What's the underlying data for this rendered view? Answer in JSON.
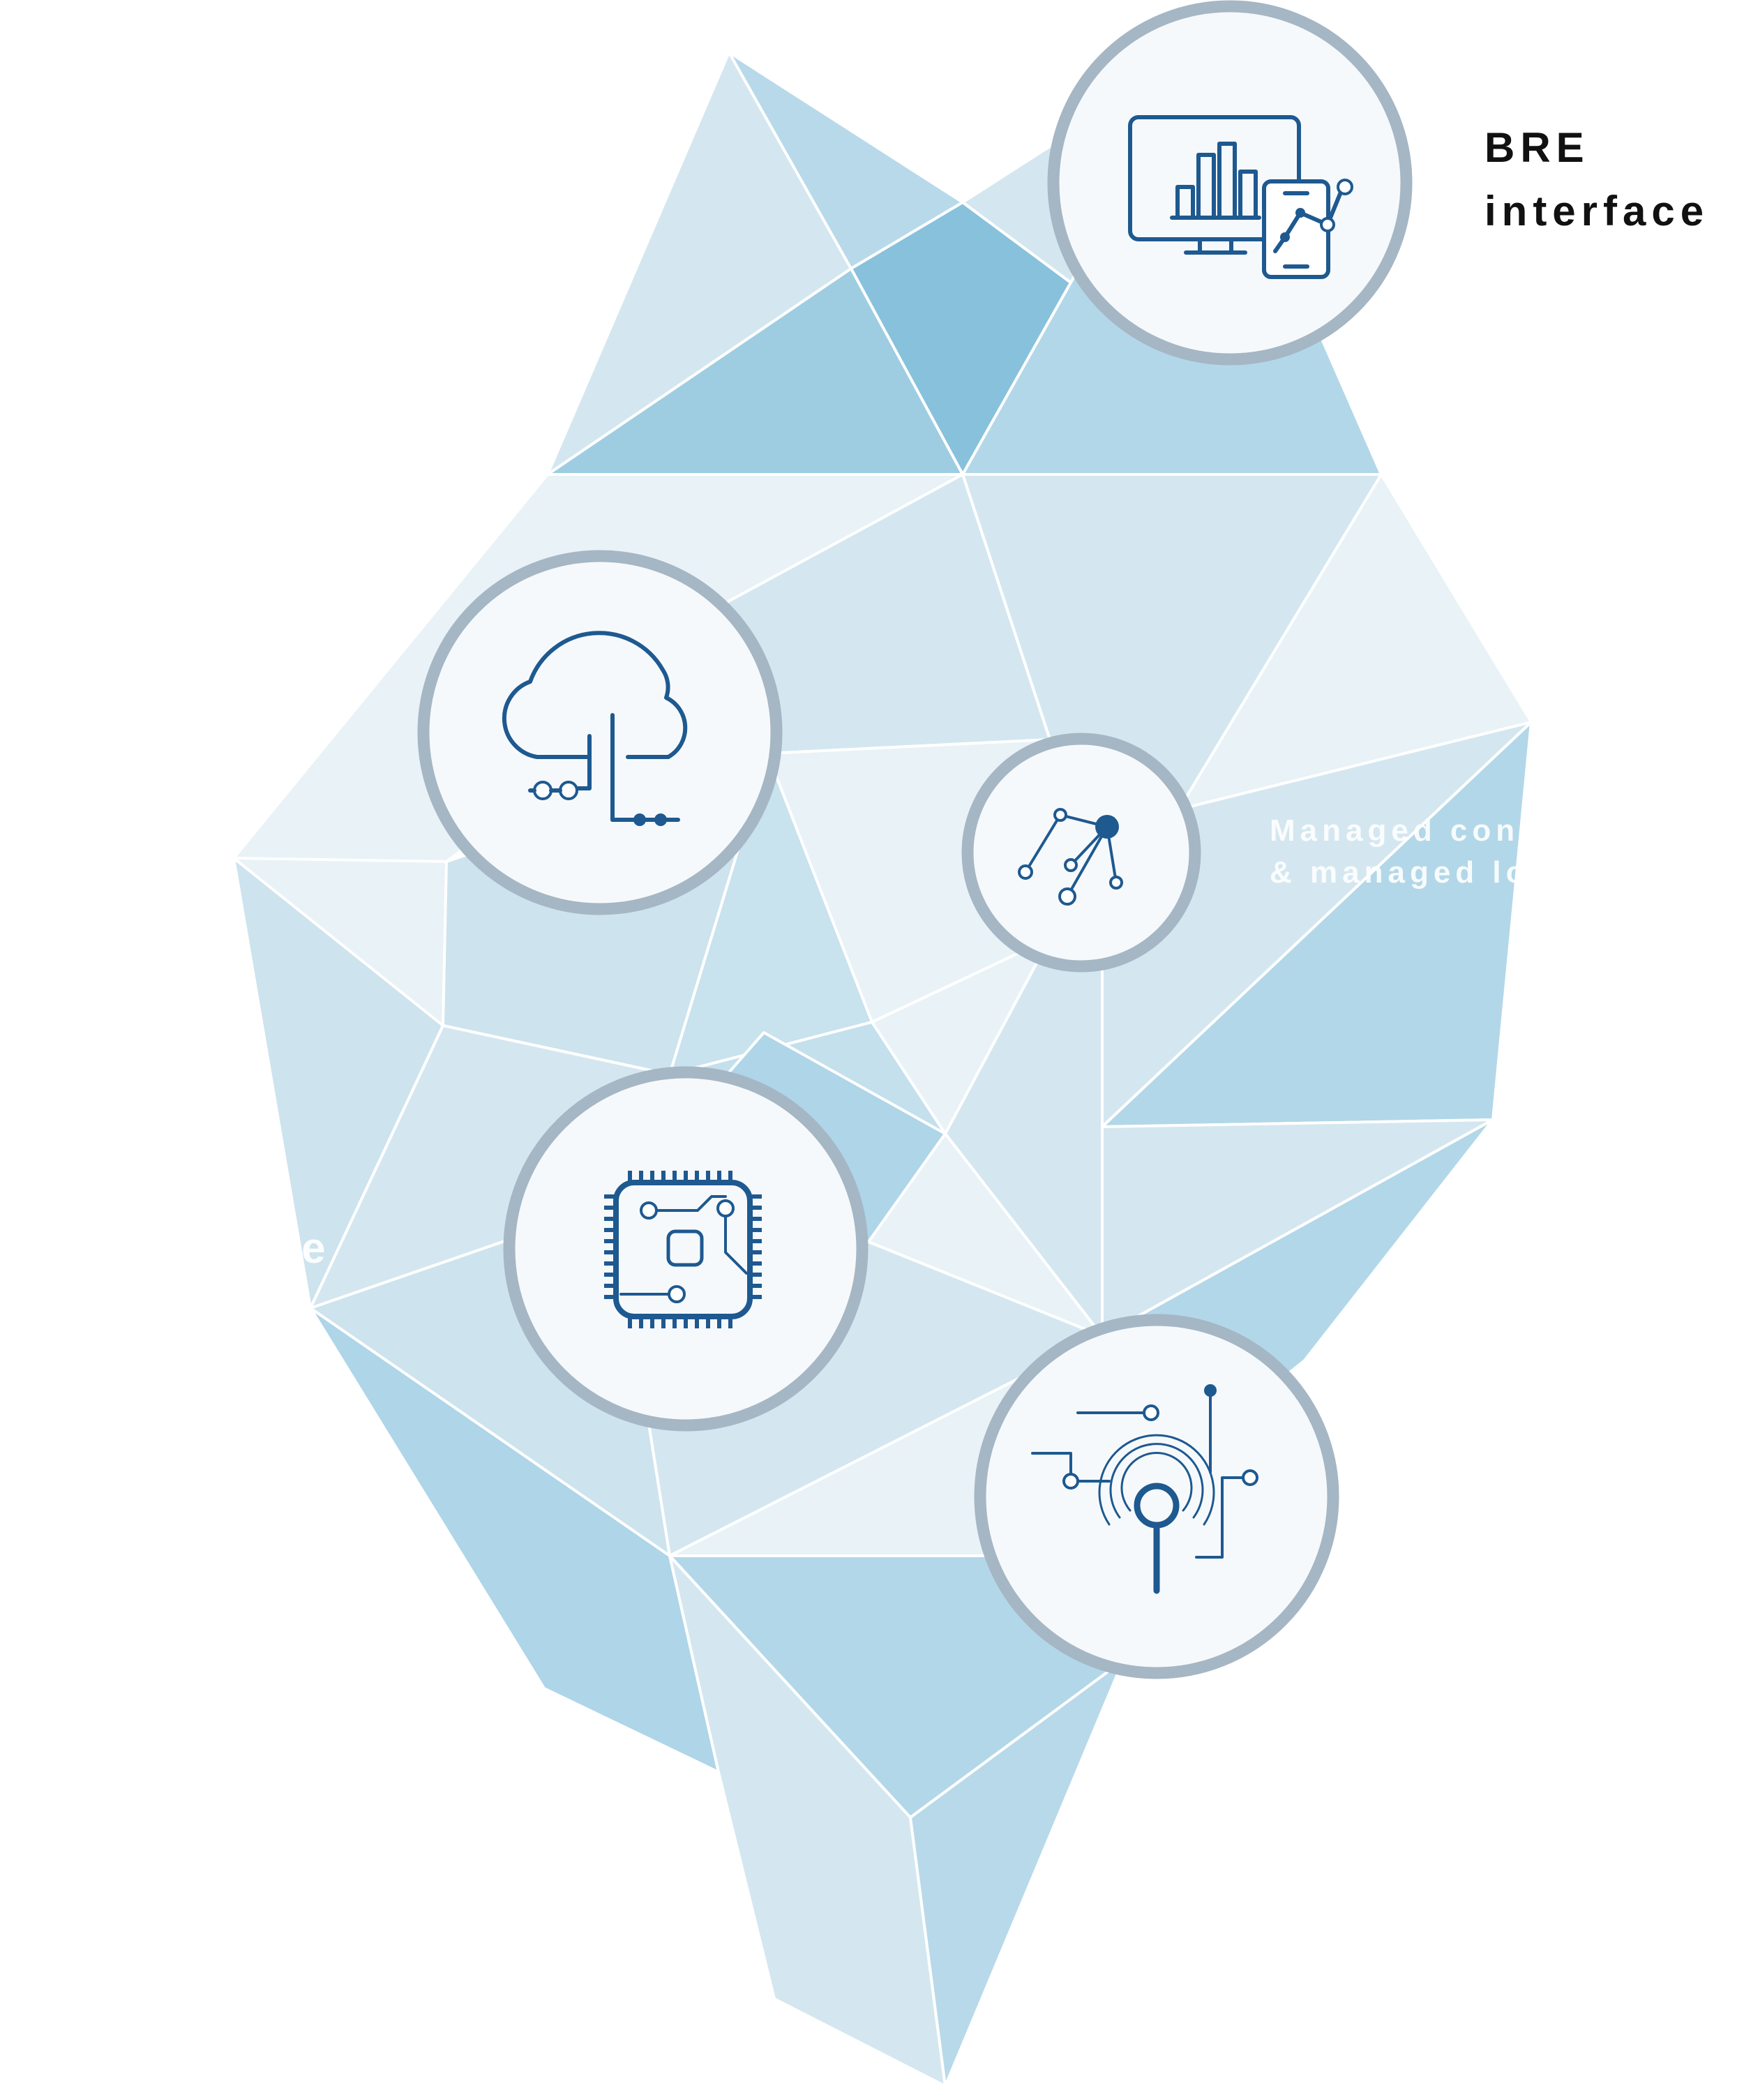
{
  "diagram": {
    "palette": {
      "facet_lightest": "#e8f2f7",
      "facet_light": "#d4e7f0",
      "facet_mid": "#c3e0ec",
      "facet_medium": "#b2d7e8",
      "facet_deep": "#9ecde2",
      "facet_deepest": "#88c1dc",
      "ring": "#a5b6c4",
      "icon": "#1e5990"
    },
    "nodes": [
      {
        "id": "interface",
        "icon": "monitor-phone-chart-icon",
        "label_lines": [
          "BRE",
          "interface"
        ]
      },
      {
        "id": "cloud",
        "icon": "cloud-circuit-icon",
        "label_lines": []
      },
      {
        "id": "network",
        "icon": "network-nodes-icon",
        "label_lines": [
          "Managed con",
          "& managed lo"
        ]
      },
      {
        "id": "hardware",
        "icon": "chip-icon",
        "label_lines": [
          "re"
        ]
      },
      {
        "id": "sensor",
        "icon": "circuit-target-icon",
        "label_lines": []
      }
    ]
  }
}
